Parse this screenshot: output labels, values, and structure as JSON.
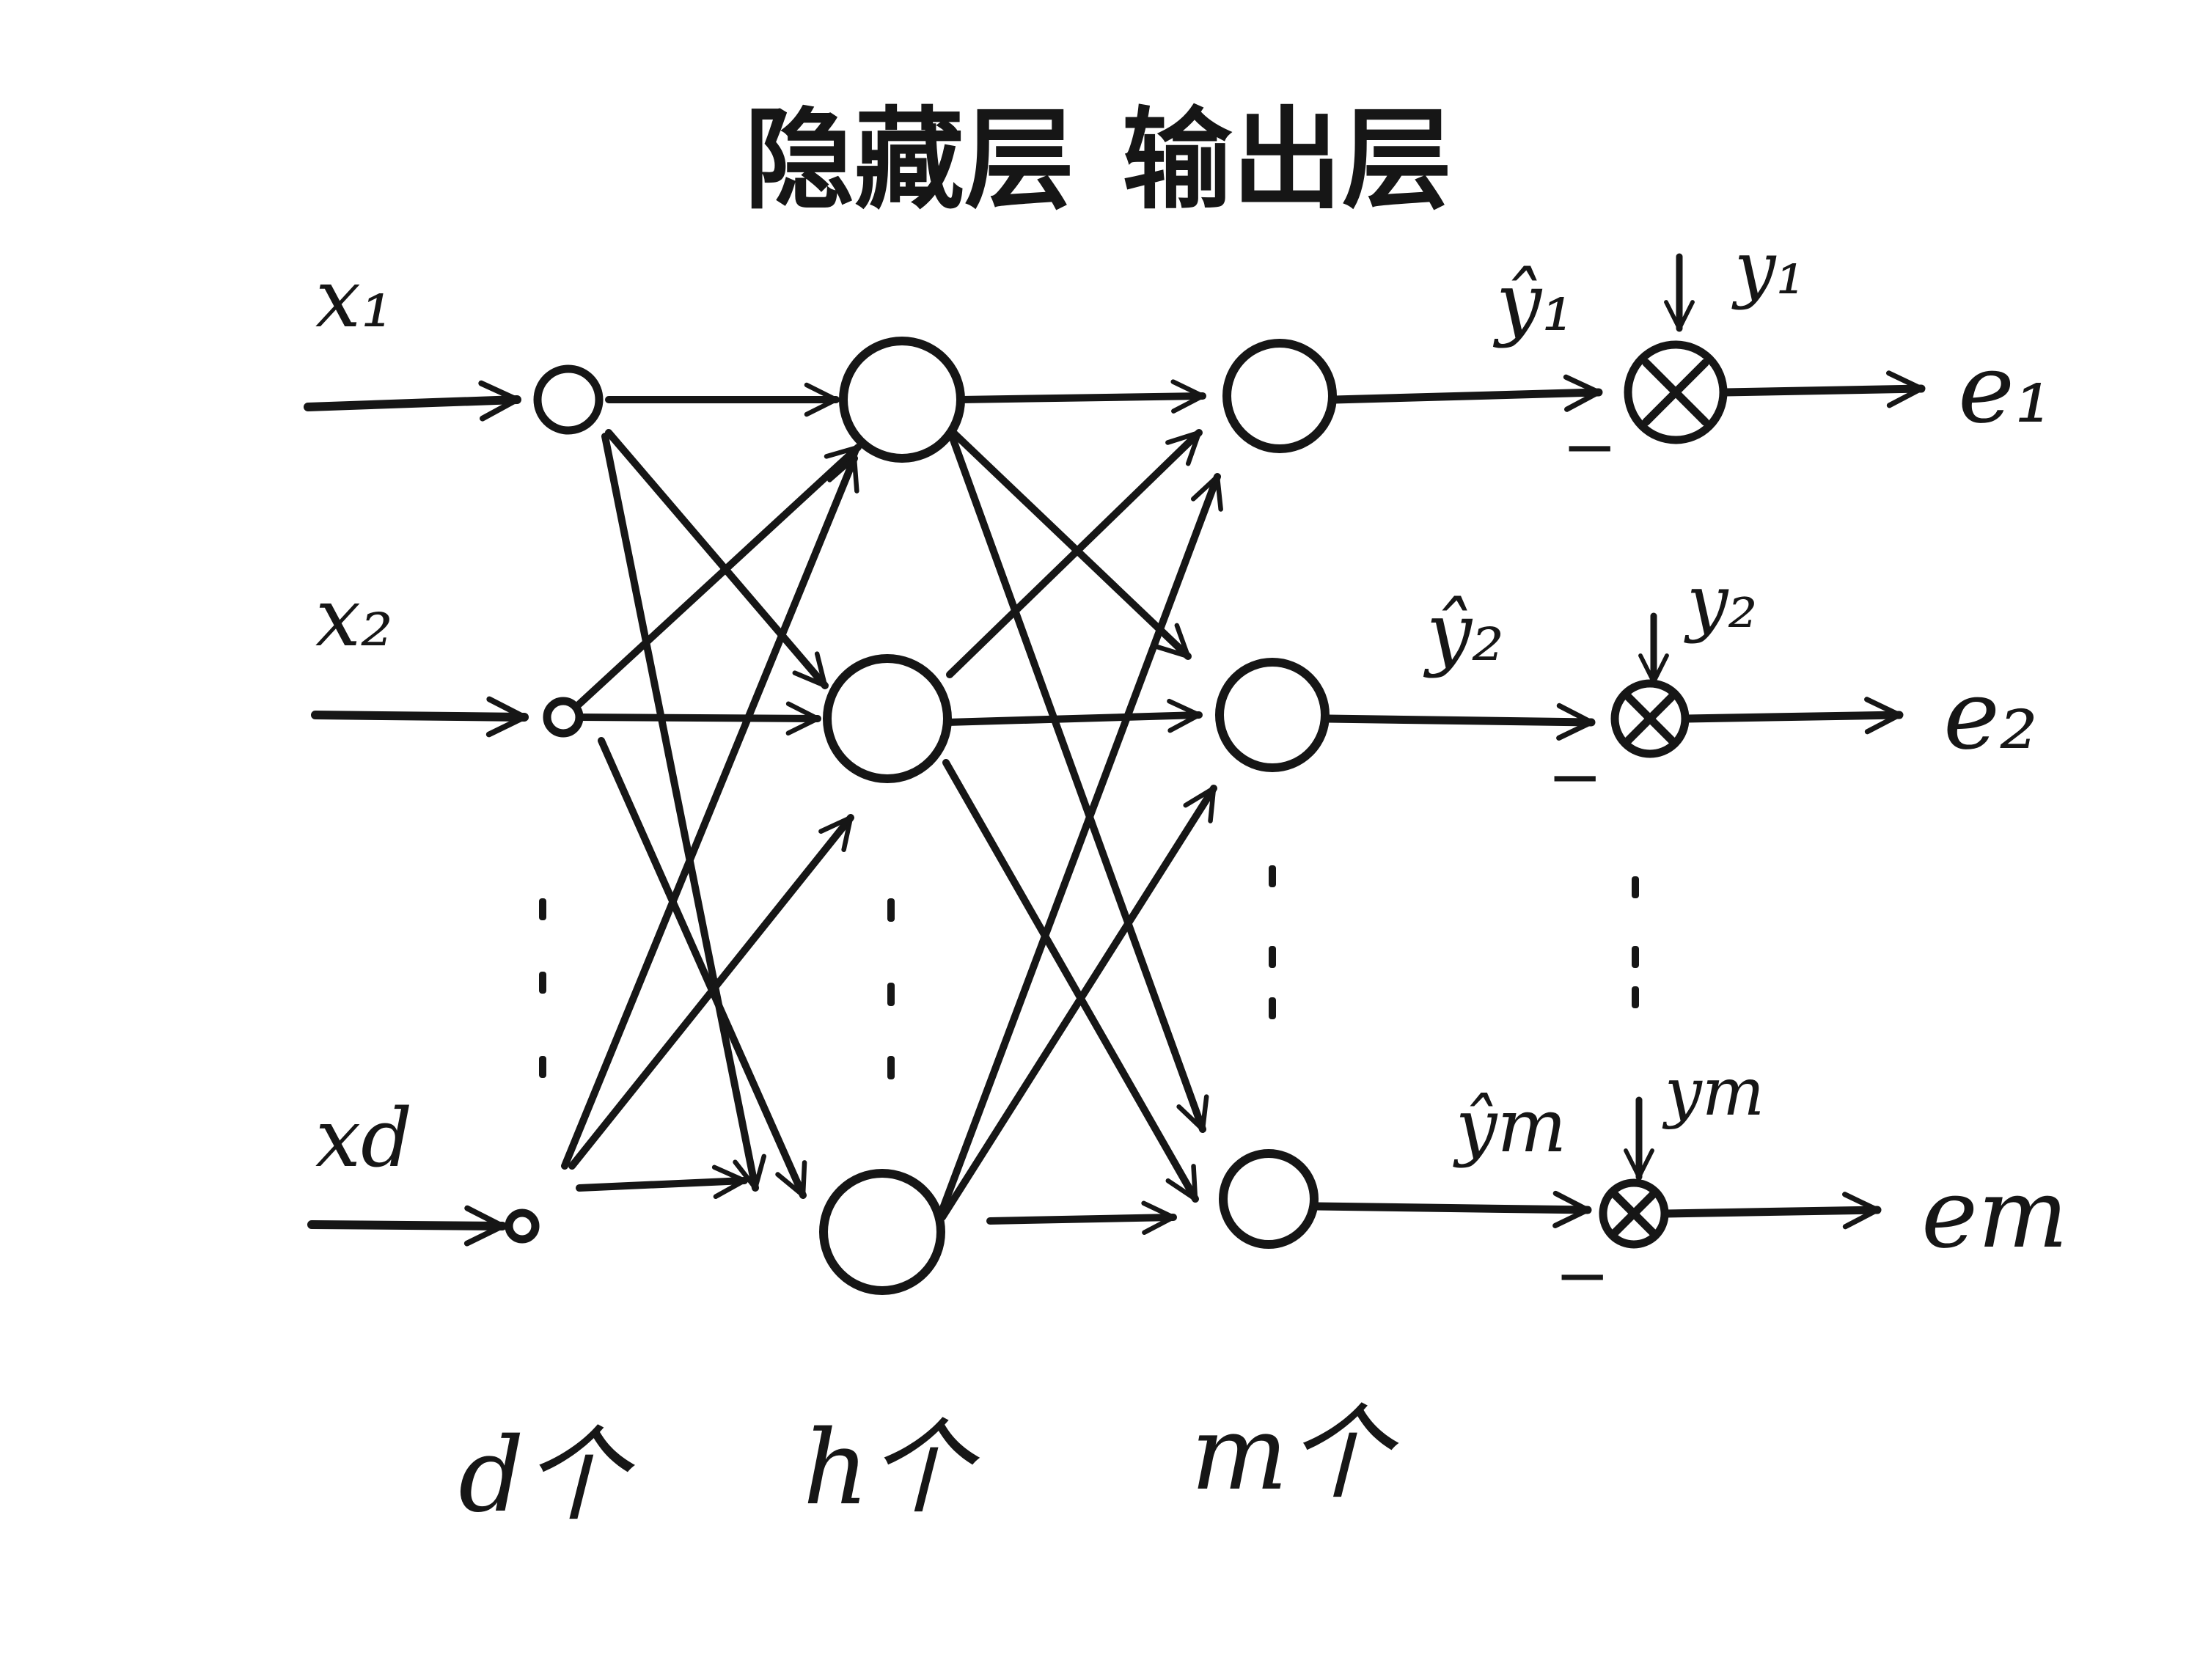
{
  "headers": {
    "hidden_layer": "隐藏层",
    "output_layer": "输出层"
  },
  "inputs": [
    {
      "label": "x₁"
    },
    {
      "label": "x₂"
    },
    {
      "label": "xd"
    }
  ],
  "predictions": [
    {
      "label": "ŷ₁"
    },
    {
      "label": "ŷ₂"
    },
    {
      "label": "ŷm"
    }
  ],
  "targets": [
    {
      "label": "y₁"
    },
    {
      "label": "y₂"
    },
    {
      "label": "ym"
    }
  ],
  "errors": [
    {
      "label": "e₁"
    },
    {
      "label": "e₂"
    },
    {
      "label": "em"
    }
  ],
  "minus_sign": "−",
  "counts": {
    "input": "d个",
    "hidden": "h个",
    "output": "m个"
  },
  "colors": {
    "ink": "#161616",
    "paper": "#ffffff"
  }
}
